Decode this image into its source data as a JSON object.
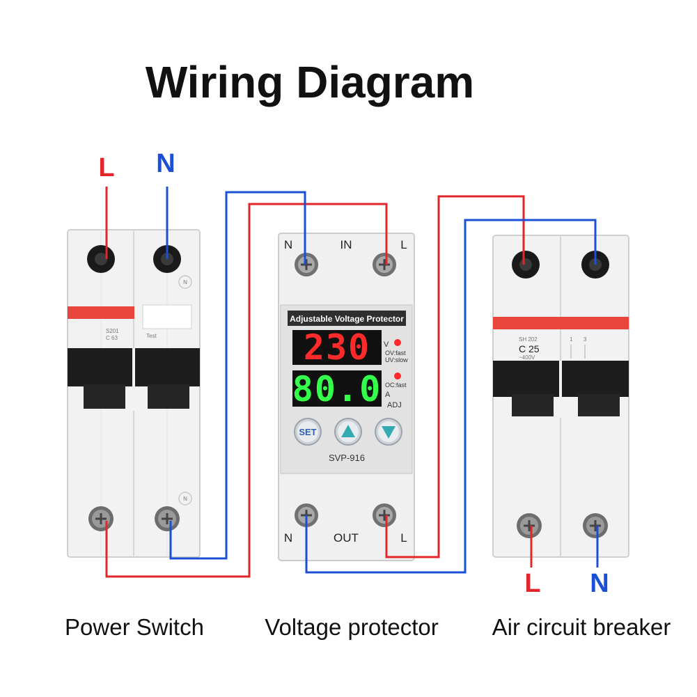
{
  "title": "Wiring Diagram",
  "colors": {
    "live": "#e3262b",
    "neutral": "#1a4fd6"
  },
  "power_switch": {
    "caption": "Power Switch",
    "top_labels": {
      "live": "L",
      "neutral": "N"
    },
    "model": "S201",
    "rating": "C 63",
    "pole_mark": "N",
    "test_label": "Test"
  },
  "voltage_protector": {
    "caption": "Voltage protector",
    "in_labels": {
      "neutral": "N",
      "center": "IN",
      "live": "L"
    },
    "out_labels": {
      "neutral": "N",
      "center": "OUT",
      "live": "L"
    },
    "panel_title": "Adjustable Voltage Protector",
    "voltage_display": "230",
    "current_display": "80.0",
    "voltage_unit": "V",
    "voltage_notes": [
      "OV:fast",
      "UV:slow"
    ],
    "current_unit": "A",
    "current_note": "OC:fast",
    "adj_label": "ADJ",
    "set_button": "SET",
    "up_button": "up",
    "down_button": "down",
    "model": "SVP-916"
  },
  "air_breaker": {
    "caption": "Air circuit breaker",
    "bottom_labels": {
      "live": "L",
      "neutral": "N"
    },
    "model": "SH 202",
    "rating": "C 25",
    "voltage": "~400V",
    "pole_marks": [
      "1",
      "3"
    ]
  }
}
